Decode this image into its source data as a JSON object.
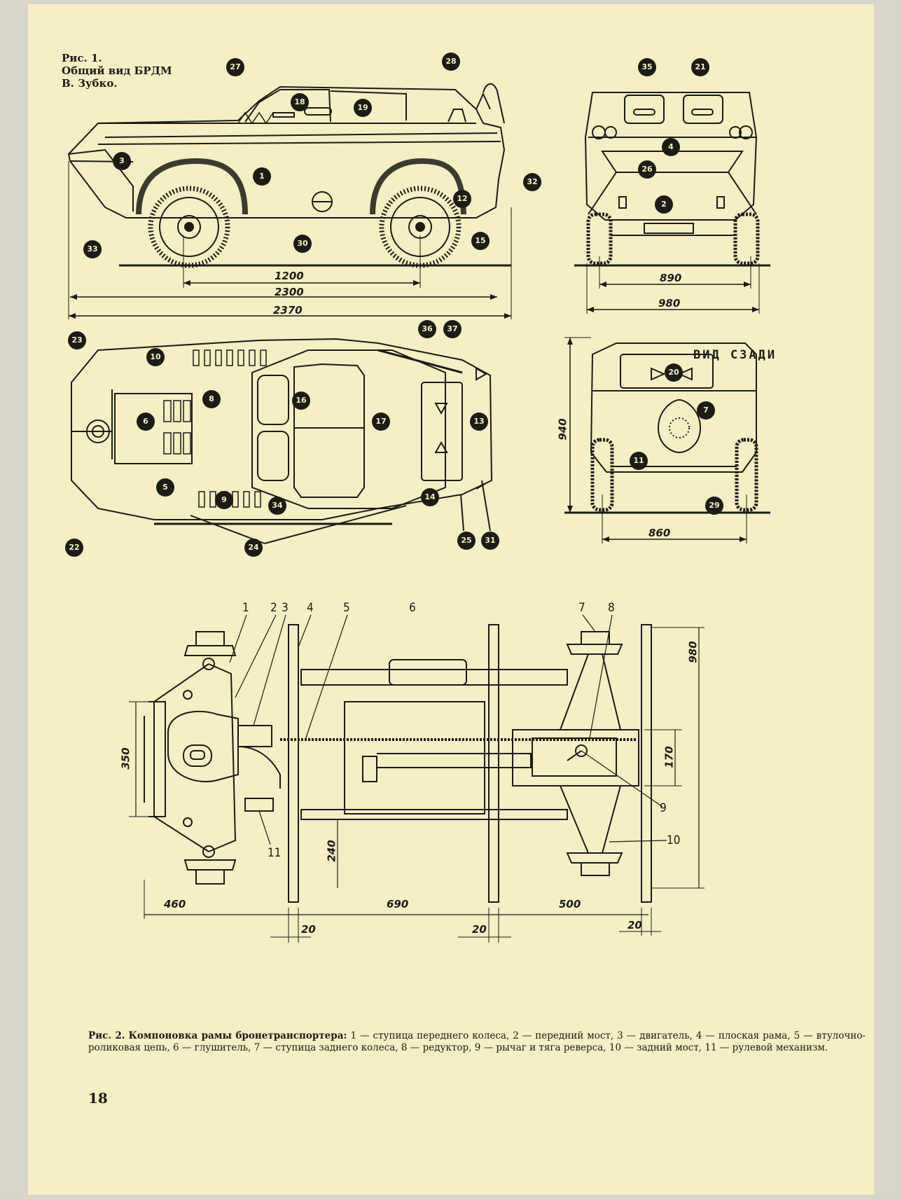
{
  "figure1": {
    "label": "Рис. 1.",
    "title": "Общий вид БРДМ",
    "author": "В. Зубко."
  },
  "side_view": {
    "dims": {
      "wheelbase": "1200",
      "width_to_axle": "2300",
      "length": "2370"
    },
    "badges": [
      "27",
      "18",
      "19",
      "28",
      "3",
      "1",
      "12",
      "32",
      "33",
      "30",
      "15"
    ]
  },
  "front_view": {
    "dims": {
      "track": "890",
      "width": "980"
    },
    "badges": [
      "35",
      "21",
      "4",
      "26",
      "2"
    ]
  },
  "top_view": {
    "badges": [
      "23",
      "10",
      "36",
      "37",
      "8",
      "16",
      "6",
      "17",
      "13",
      "5",
      "9",
      "34",
      "14",
      "22",
      "24",
      "25",
      "31"
    ]
  },
  "rear_view": {
    "title": "ВИД СЗАДИ",
    "dims": {
      "height": "940",
      "track": "860"
    },
    "badges": [
      "20",
      "7",
      "11",
      "29"
    ]
  },
  "figure2": {
    "callouts": [
      "1",
      "2",
      "3",
      "4",
      "5",
      "6",
      "7",
      "8",
      "9",
      "10",
      "11"
    ],
    "dims": {
      "front_width": "350",
      "offset_240": "240",
      "rear_170": "170",
      "overall_980": "980",
      "seg_460": "460",
      "seg_690": "690",
      "seg_500": "500",
      "tube_a": "20",
      "tube_b": "20",
      "tube_c": "20"
    },
    "caption_label": "Рис. 2.",
    "caption_title": "Компоновка рамы бронетранспортера:",
    "caption_text": "1 — ступица переднего колеса, 2 — передний мост, 3 — двигатель, 4 — плоская рама, 5 — втулочно-роликовая цепь, 6 — глушитель, 7 — ступица заднего колеса, 8 — редуктор, 9 — рычаг и тяга реверса, 10 — задний мост, 11 — рулевой механизм."
  },
  "page_number": "18"
}
